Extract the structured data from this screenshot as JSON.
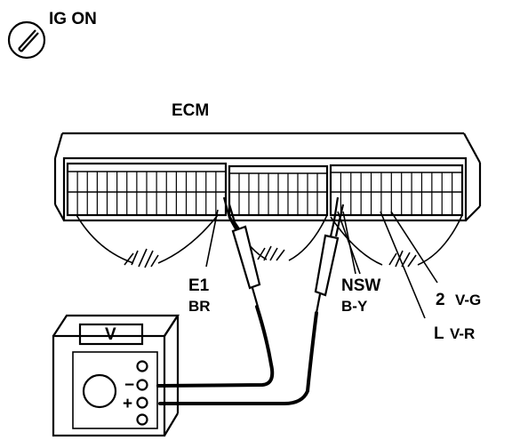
{
  "ignition": {
    "label": "IG ON"
  },
  "ecm": {
    "title": "ECM"
  },
  "terminals": {
    "e1": {
      "name": "E1",
      "wire": "BR"
    },
    "nsw": {
      "name": "NSW",
      "wire": "B-Y"
    },
    "l": {
      "name": "L",
      "wire": "V-R"
    },
    "two": {
      "name": "2",
      "wire": "V-G"
    }
  },
  "meter": {
    "mode": "V",
    "minus": "−",
    "plus": "+"
  }
}
